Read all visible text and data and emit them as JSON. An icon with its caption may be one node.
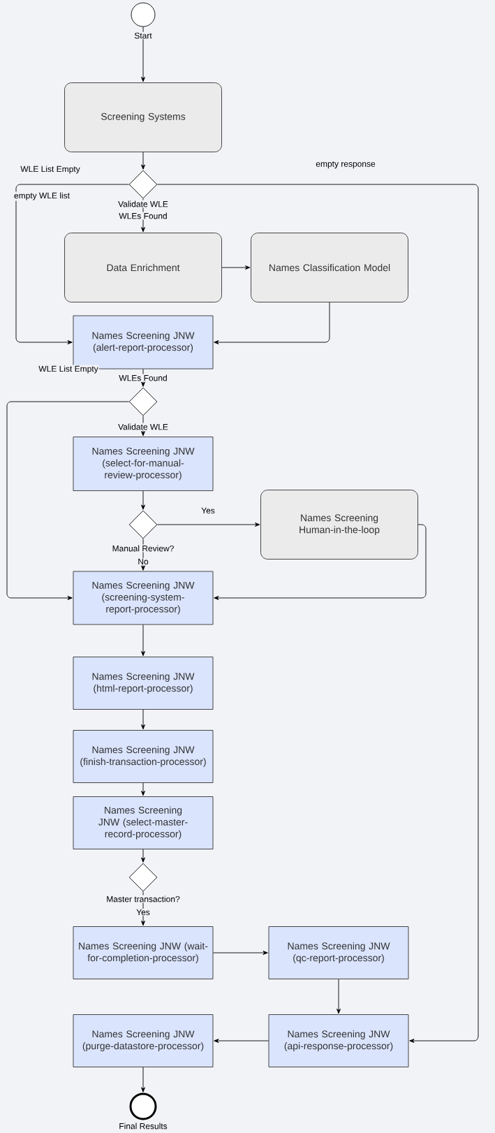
{
  "diagram": {
    "nodes": [
      {
        "text": [],
        "shape": "circle",
        "beside": [
          "Start"
        ]
      },
      {
        "text": [
          "Screening Systems"
        ]
      },
      {
        "text": [],
        "shape": "diamond",
        "beside": [
          "Validate WLE"
        ]
      },
      {
        "text": [
          "Data Enrichment"
        ]
      },
      {
        "text": [
          "Names Classification Model"
        ]
      },
      {
        "text": [
          "Names Screening JNW (alert-report-processor)"
        ]
      },
      {
        "text": [],
        "shape": "diamond",
        "beside": [
          "Validate WLE"
        ]
      },
      {
        "text": [
          "Names Screening JNW (select-for-manual-review-processor)"
        ]
      },
      {
        "text": [],
        "shape": "diamond",
        "beside": [
          "Manual Review?"
        ]
      },
      {
        "text": [
          "Names Screening Human-in-the-loop"
        ]
      },
      {
        "text": [
          "Names Screening JNW (screening-system-report-processor)"
        ]
      },
      {
        "text": [
          "Names Screening JNW (html-report-processor)"
        ]
      },
      {
        "text": [
          "Names Screening JNW (finish-transaction-processor)"
        ]
      },
      {
        "text": [
          "Names Screening JNW (select-master-record-processor)"
        ]
      },
      {
        "text": [],
        "shape": "diamond",
        "beside": [
          "Master transaction?"
        ]
      },
      {
        "text": [
          "Names Screening JNW (wait-for-completion-processor)"
        ]
      },
      {
        "text": [
          "Names Screening JNW (qc-report-processor)"
        ]
      },
      {
        "text": [
          "Names Screening JNW (purge-datastore-processor)"
        ]
      },
      {
        "text": [
          "Names Screening JNW (api-response-processor)"
        ]
      },
      {
        "text": [],
        "shape": "circle",
        "beside": [
          "Final Results"
        ]
      }
    ],
    "edges": [
      {
        "from": 0,
        "to": 1,
        "arrow": "to"
      },
      {
        "from": 1,
        "to": 2,
        "arrow": "to"
      },
      {
        "from": 2,
        "to": 3,
        "arrow": "to",
        "label": "WLEs Found"
      },
      {
        "from": 2,
        "to": 5,
        "arrow": "to",
        "label": "WLE List Empty"
      },
      {
        "from": 2,
        "to": 18,
        "arrow": "to",
        "label": "empty response"
      },
      {
        "from": 3,
        "to": 4,
        "arrow": "to"
      },
      {
        "from": 4,
        "to": 5,
        "arrow": "to"
      },
      {
        "from": 5,
        "to": 6,
        "arrow": "to",
        "label": "WLEs Found"
      },
      {
        "from": 6,
        "to": 7,
        "arrow": "to"
      },
      {
        "from": 6,
        "to": 10,
        "arrow": "to",
        "label": "WLE List Empty"
      },
      {
        "from": 7,
        "to": 8,
        "arrow": "to"
      },
      {
        "from": 8,
        "to": 9,
        "arrow": "to",
        "label": "Yes"
      },
      {
        "from": 8,
        "to": 10,
        "arrow": "to",
        "label": "No"
      },
      {
        "from": 9,
        "to": 10,
        "arrow": "to"
      },
      {
        "from": 10,
        "to": 11,
        "arrow": "to"
      },
      {
        "from": 11,
        "to": 12,
        "arrow": "to"
      },
      {
        "from": 12,
        "to": 13,
        "arrow": "to"
      },
      {
        "from": 13,
        "to": 14,
        "arrow": "to"
      },
      {
        "from": 14,
        "to": 15,
        "arrow": "to",
        "label": "Yes"
      },
      {
        "from": 15,
        "to": 16,
        "arrow": "to"
      },
      {
        "from": 16,
        "to": 18,
        "arrow": "to"
      },
      {
        "from": 18,
        "to": 17,
        "arrow": "to"
      },
      {
        "from": 17,
        "to": 19,
        "arrow": "to"
      }
    ],
    "labels": [
      "empty WLE list"
    ]
  }
}
